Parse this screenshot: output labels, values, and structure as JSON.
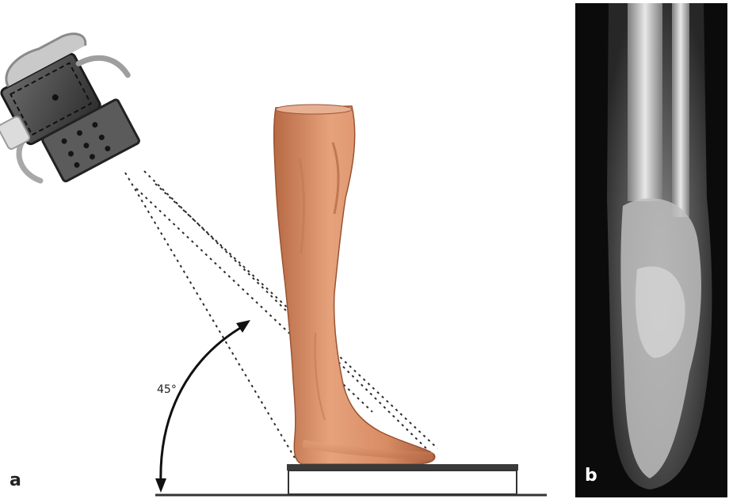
{
  "panels": {
    "a": {
      "label": "a",
      "angle_label": "45°"
    },
    "b": {
      "label": "b"
    }
  }
}
